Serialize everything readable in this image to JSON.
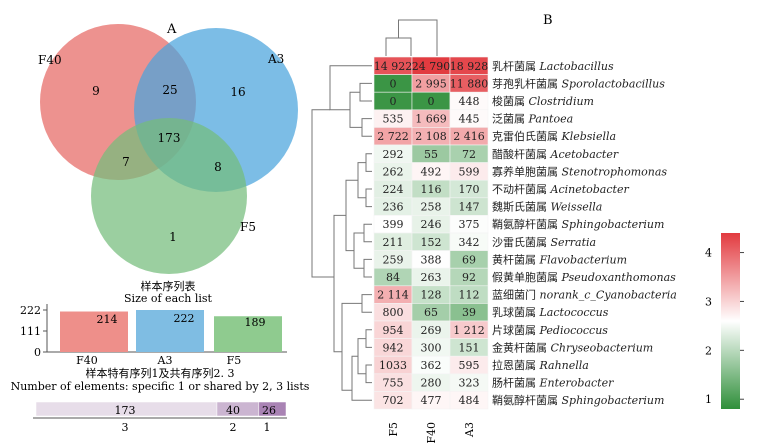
{
  "panel_labels": {
    "a": "A",
    "b": "B"
  },
  "venn": {
    "set_labels": [
      "F40",
      "A3",
      "F5"
    ],
    "region_counts": {
      "F40_only": "9",
      "A3_only": "16",
      "F5_only": "1",
      "F40_A3": "25",
      "F40_F5": "7",
      "A3_F5": "8",
      "all": "173"
    },
    "colors": {
      "F40": "#e8736f",
      "A3": "#4aa3dd",
      "F5": "#74bd7c"
    }
  },
  "size_chart": {
    "title_cn": "样本序列表",
    "title_en": "Size of each list",
    "yticks": [
      "0",
      "111",
      "222"
    ],
    "categories": [
      "F40",
      "A3",
      "F5"
    ],
    "value_labels": [
      "214",
      "222",
      "189"
    ],
    "colors": [
      "#ee8f8a",
      "#7fbde3",
      "#8fcb8f"
    ]
  },
  "shared_chart": {
    "title_cn": "样本特有序列1及共有序列2. 3",
    "title_en": "Number of elements: specific 1 or shared by 2, 3 lists",
    "value_labels": [
      "173",
      "40",
      "26"
    ],
    "group_labels": [
      "3",
      "2",
      "1"
    ],
    "colors": [
      "#e7dde9",
      "#cbb5d1",
      "#a983b4"
    ]
  },
  "chart_data": [
    {
      "type": "bar",
      "title": "样本序列表 Size of each list",
      "categories": [
        "F40",
        "A3",
        "F5"
      ],
      "values": [
        214,
        222,
        189
      ],
      "ylim": [
        0,
        222
      ],
      "yticks": [
        0,
        111,
        222
      ]
    },
    {
      "type": "bar",
      "orientation": "horizontal-stacked",
      "title": "样本特有序列1及共有序列2. 3 Number of elements: specific 1 or shared by 2, 3 lists",
      "categories": [
        "3",
        "2",
        "1"
      ],
      "values": [
        173,
        40,
        26
      ]
    },
    {
      "type": "heatmap",
      "columns": [
        "F5",
        "F40",
        "A3"
      ],
      "rows": [
        {
          "cn": "乳杆菌属",
          "latin": "Lactobacillus",
          "values": [
            "14 922",
            "24 790",
            "18 928"
          ],
          "scale": [
            4.17,
            4.39,
            4.28
          ]
        },
        {
          "cn": "芽孢乳杆菌属",
          "latin": "Sporolactobacillus",
          "values": [
            "0",
            "2 995",
            "11 880"
          ],
          "scale": [
            0.9,
            3.48,
            4.07
          ]
        },
        {
          "cn": "梭菌属",
          "latin": "Clostridium",
          "values": [
            "0",
            "0",
            "448"
          ],
          "scale": [
            0.9,
            0.9,
            2.65
          ]
        },
        {
          "cn": "泛菌属",
          "latin": "Pantoea",
          "values": [
            "535",
            "1 669",
            "445"
          ],
          "scale": [
            2.73,
            3.22,
            2.65
          ]
        },
        {
          "cn": "克雷伯氏菌属",
          "latin": "Klebsiella",
          "values": [
            "2 722",
            "2 108",
            "2 416"
          ],
          "scale": [
            3.43,
            3.32,
            3.38
          ]
        },
        {
          "cn": "醋酸杆菌属",
          "latin": "Acetobacter",
          "values": [
            "292",
            "55",
            "72"
          ],
          "scale": [
            2.47,
            1.74,
            1.86
          ]
        },
        {
          "cn": "寡养单胞菌属",
          "latin": "Stenotrophomonas",
          "values": [
            "262",
            "492",
            "599"
          ],
          "scale": [
            2.42,
            2.69,
            2.78
          ]
        },
        {
          "cn": "不动杆菌属",
          "latin": "Acinetobacter",
          "values": [
            "224",
            "116",
            "170"
          ],
          "scale": [
            2.35,
            2.07,
            2.23
          ]
        },
        {
          "cn": "魏斯氏菌属",
          "latin": "Weissella",
          "values": [
            "236",
            "258",
            "147"
          ],
          "scale": [
            2.37,
            2.41,
            2.17
          ]
        },
        {
          "cn": "鞘氨醇杆菌属",
          "latin": "Sphingobacterium",
          "values": [
            "399",
            "246",
            "375"
          ],
          "scale": [
            2.6,
            2.39,
            2.57
          ]
        },
        {
          "cn": "沙雷氏菌属",
          "latin": "Serratia",
          "values": [
            "211",
            "152",
            "342"
          ],
          "scale": [
            2.32,
            2.18,
            2.53
          ]
        },
        {
          "cn": "黄杆菌属",
          "latin": "Flavobacterium",
          "values": [
            "259",
            "388",
            "69"
          ],
          "scale": [
            2.41,
            2.59,
            1.84
          ]
        },
        {
          "cn": "假黄单胞菌属",
          "latin": "Pseudoxanthomonas",
          "values": [
            "84",
            "263",
            "92"
          ],
          "scale": [
            1.92,
            2.42,
            1.96
          ]
        },
        {
          "cn": "蓝细菌门",
          "latin": "norank_c_Cyanobacteria",
          "values": [
            "2 114",
            "128",
            "112"
          ],
          "scale": [
            3.33,
            2.11,
            2.05
          ]
        },
        {
          "cn": "乳球菌属",
          "latin": "Lactococcus",
          "values": [
            "800",
            "65",
            "39"
          ],
          "scale": [
            2.9,
            1.81,
            1.59
          ]
        },
        {
          "cn": "片球菌属",
          "latin": "Pediococcus",
          "values": [
            "954",
            "269",
            "1 212"
          ],
          "scale": [
            2.98,
            2.43,
            3.08
          ]
        },
        {
          "cn": "金黄杆菌属",
          "latin": "Chryseobacterium",
          "values": [
            "942",
            "300",
            "151"
          ],
          "scale": [
            2.97,
            2.48,
            2.18
          ]
        },
        {
          "cn": "拉恩菌属",
          "latin": "Rahnella",
          "values": [
            "1033",
            "362",
            "595"
          ],
          "scale": [
            3.01,
            2.56,
            2.78
          ]
        },
        {
          "cn": "肠杆菌属",
          "latin": "Enterobacter",
          "values": [
            "755",
            "280",
            "323"
          ],
          "scale": [
            2.88,
            2.45,
            2.51
          ]
        },
        {
          "cn": "鞘氨醇杆菌属",
          "latin": "Sphingobacterium",
          "values": [
            "702",
            "477",
            "484"
          ],
          "scale": [
            2.85,
            2.68,
            2.68
          ]
        }
      ],
      "colorbar": {
        "ticks": [
          "1",
          "2",
          "3",
          "4"
        ],
        "range": [
          0.8,
          4.4
        ],
        "low": "#2f8f3a",
        "mid": "#ffffff",
        "high": "#e23a3f"
      }
    }
  ]
}
